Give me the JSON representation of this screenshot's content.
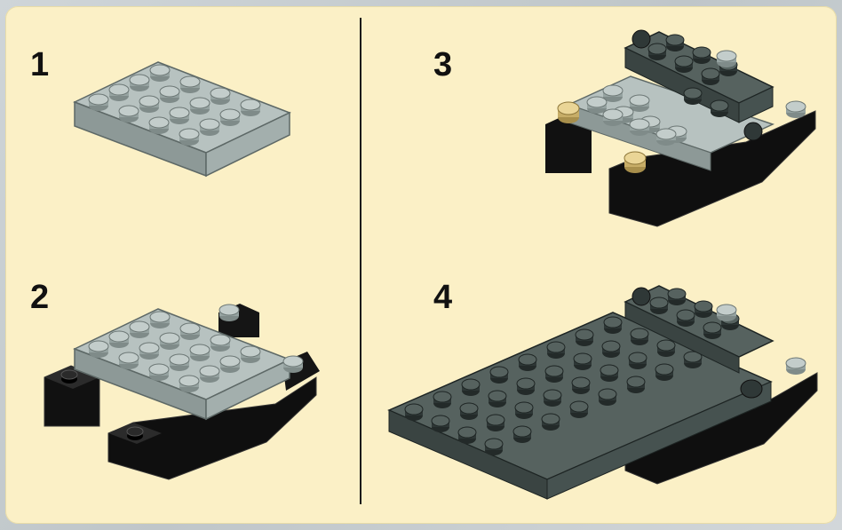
{
  "steps": [
    {
      "number": "1"
    },
    {
      "number": "2"
    },
    {
      "number": "3"
    },
    {
      "number": "4"
    }
  ],
  "colors": {
    "panel_bg": "#fbf0c6",
    "light_gray_brick": "#a7b3b1",
    "dark_gray_brick": "#3f4a48",
    "black_brick": "#111111",
    "tan_stud": "#d8c07a"
  }
}
